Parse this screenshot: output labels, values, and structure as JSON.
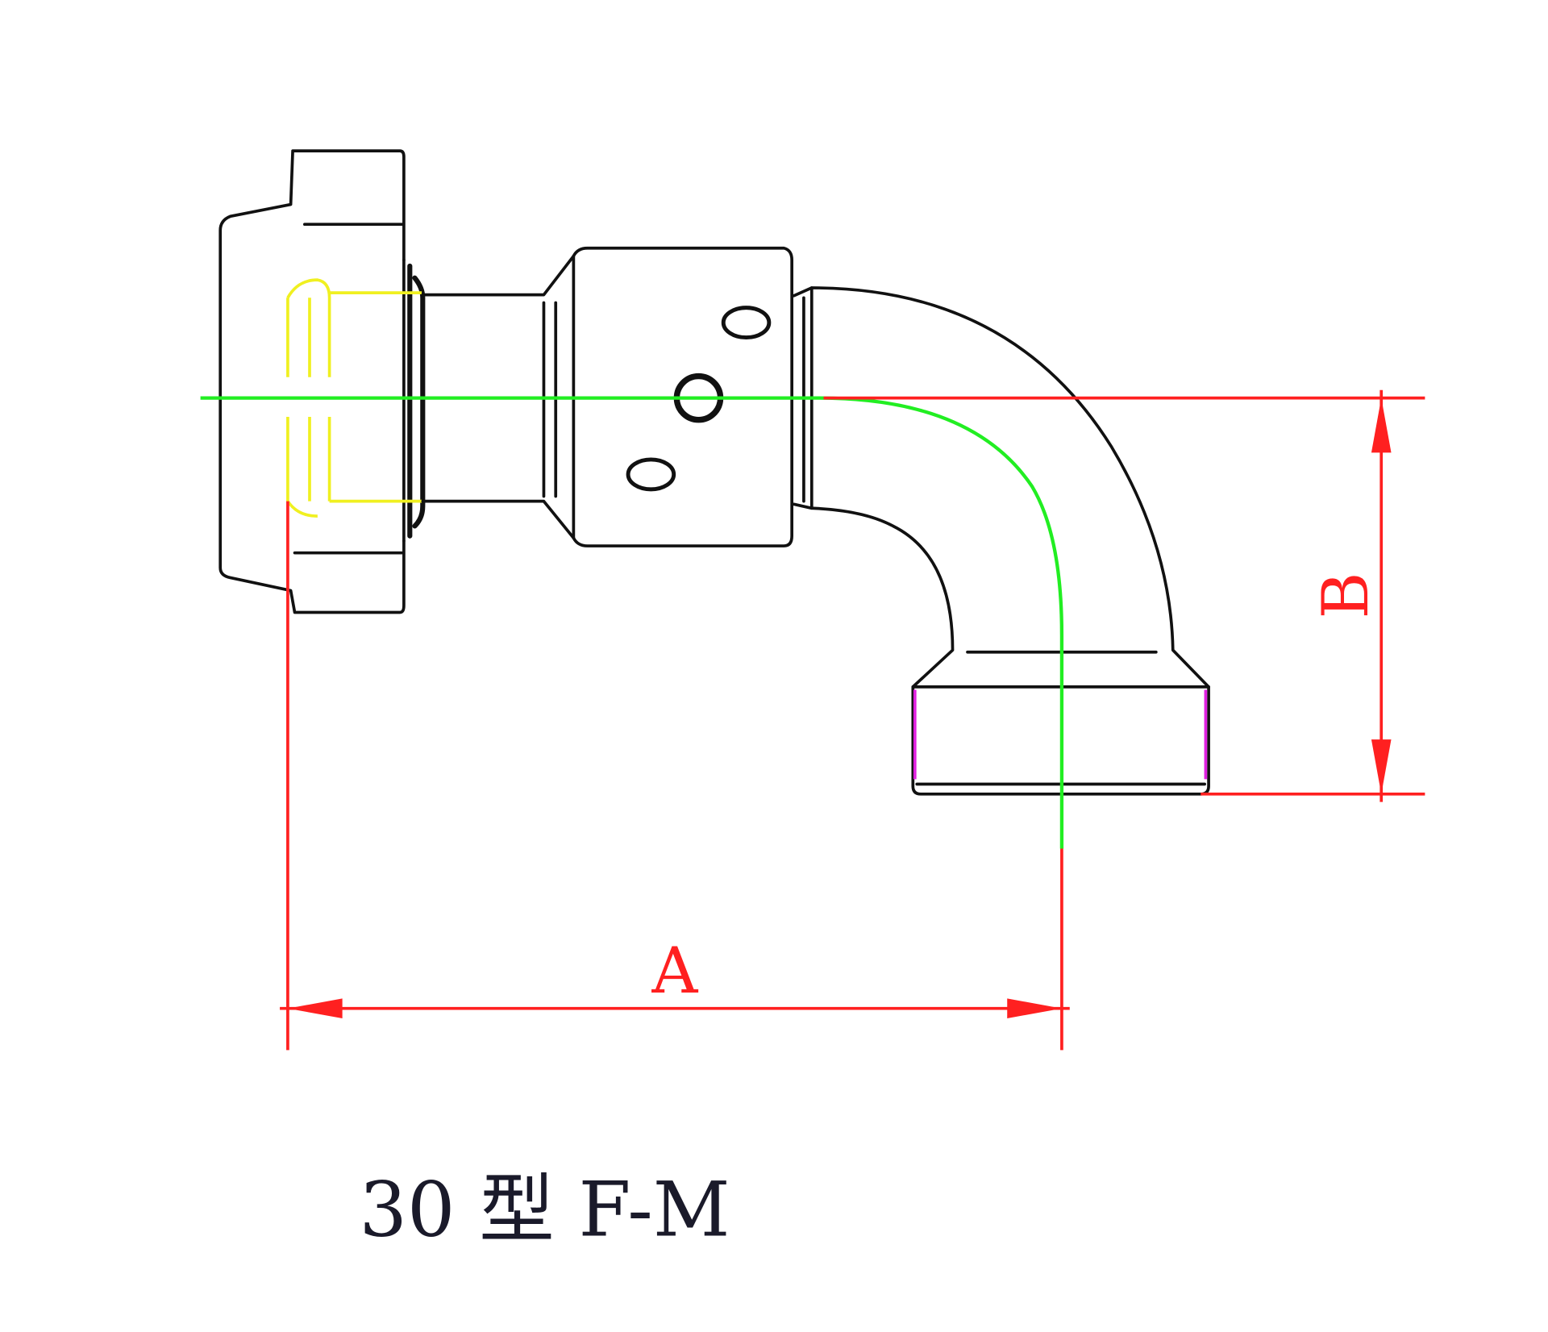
{
  "diagram": {
    "dimension_a_label": "A",
    "dimension_b_label": "B",
    "caption": "30 型 F-M",
    "colors": {
      "outline": "#111111",
      "dimension": "#ff2020",
      "centerline": "#22ee22",
      "thread": "#f0f020",
      "seal": "#e020e0"
    }
  }
}
